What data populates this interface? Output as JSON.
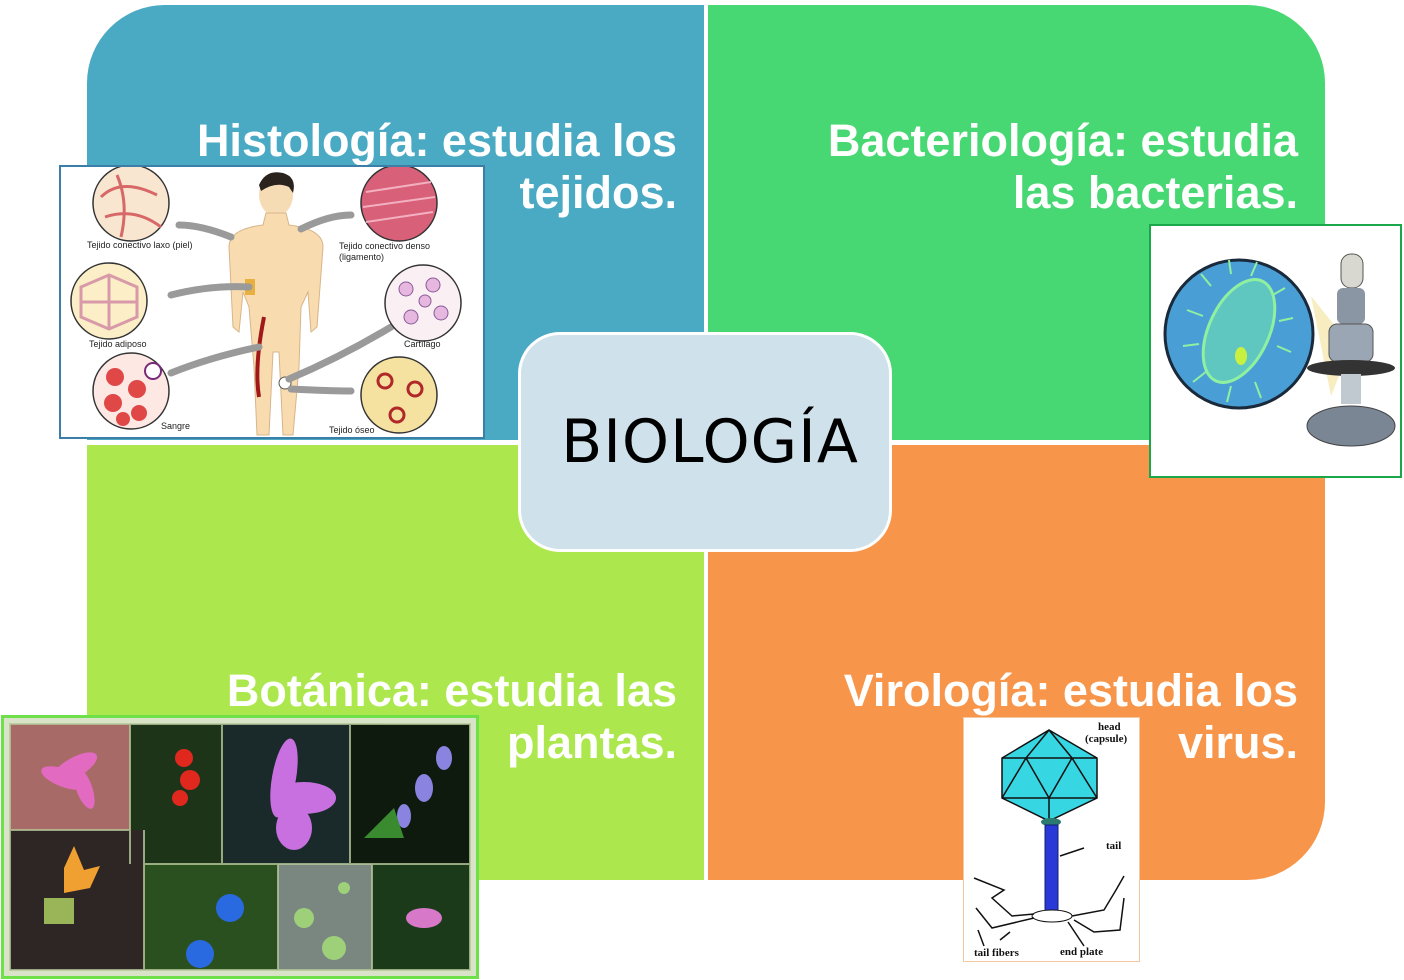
{
  "diagram": {
    "center": {
      "title": "BIOLOGÍA",
      "background": "#cfe1ea"
    },
    "quadrants": [
      {
        "id": "histologia",
        "position": "top-left",
        "color": "#4aaac4",
        "lines": [
          "Histología: estudia los",
          "tejidos."
        ]
      },
      {
        "id": "bacteriologia",
        "position": "top-right",
        "color": "#48d873",
        "lines": [
          "Bacteriología: estudia",
          "las bacterias."
        ]
      },
      {
        "id": "botanica",
        "position": "bottom-left",
        "color": "#ace84d",
        "lines": [
          "Botánica: estudia las",
          "plantas."
        ]
      },
      {
        "id": "virologia",
        "position": "bottom-right",
        "color": "#f7964a",
        "lines": [
          "Virología: estudia los",
          "virus."
        ]
      }
    ]
  },
  "images": {
    "histology": {
      "alt": "Human body tissues illustration",
      "labels": [
        "Tejido conectivo laxo (piel)",
        "Tejido conectivo denso",
        "(ligamento)",
        "Tejido adiposo",
        "Cartílago",
        "Sangre",
        "Tejido óseo"
      ]
    },
    "bacteria": {
      "alt": "Bacterium under a microscope"
    },
    "plants": {
      "alt": "Collage of flowers"
    },
    "virus": {
      "alt": "Bacteriophage diagram",
      "labels": {
        "head": "head",
        "capsule": "(capsule)",
        "tail": "tail",
        "tail_fibers": "tail fibers",
        "end_plate": "end plate"
      }
    }
  }
}
